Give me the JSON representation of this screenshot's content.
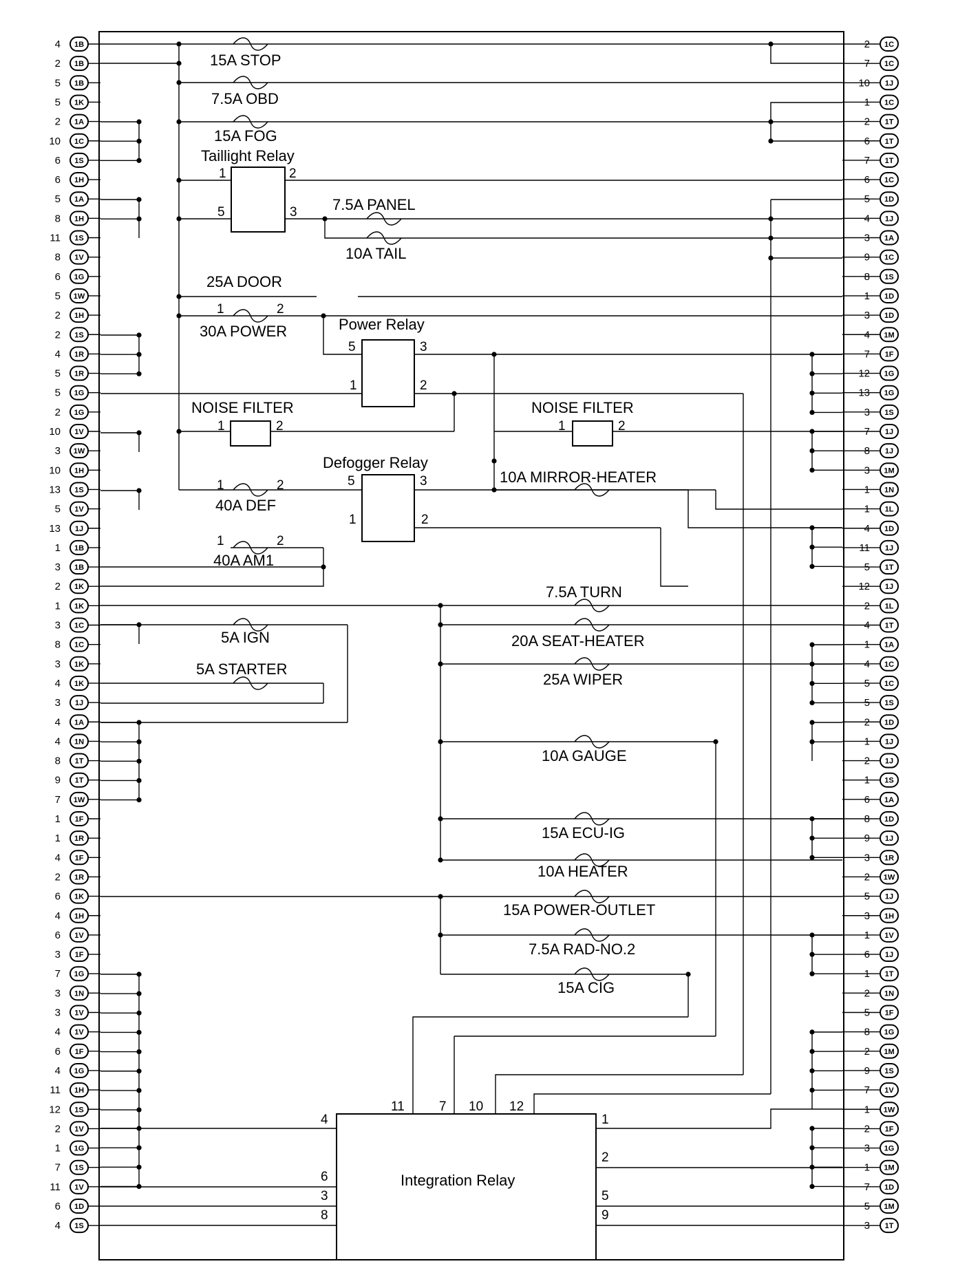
{
  "left_connectors": [
    {
      "pin": "4",
      "conn": "1B"
    },
    {
      "pin": "2",
      "conn": "1B"
    },
    {
      "pin": "5",
      "conn": "1B"
    },
    {
      "pin": "5",
      "conn": "1K"
    },
    {
      "pin": "2",
      "conn": "1A"
    },
    {
      "pin": "10",
      "conn": "1C"
    },
    {
      "pin": "6",
      "conn": "1S"
    },
    {
      "pin": "6",
      "conn": "1H"
    },
    {
      "pin": "5",
      "conn": "1A"
    },
    {
      "pin": "8",
      "conn": "1H"
    },
    {
      "pin": "11",
      "conn": "1S"
    },
    {
      "pin": "8",
      "conn": "1V"
    },
    {
      "pin": "6",
      "conn": "1G"
    },
    {
      "pin": "5",
      "conn": "1W"
    },
    {
      "pin": "2",
      "conn": "1H"
    },
    {
      "pin": "2",
      "conn": "1S"
    },
    {
      "pin": "4",
      "conn": "1R"
    },
    {
      "pin": "5",
      "conn": "1R"
    },
    {
      "pin": "5",
      "conn": "1G"
    },
    {
      "pin": "2",
      "conn": "1G"
    },
    {
      "pin": "10",
      "conn": "1V"
    },
    {
      "pin": "3",
      "conn": "1W"
    },
    {
      "pin": "10",
      "conn": "1H"
    },
    {
      "pin": "13",
      "conn": "1S"
    },
    {
      "pin": "5",
      "conn": "1V"
    },
    {
      "pin": "13",
      "conn": "1J"
    },
    {
      "pin": "1",
      "conn": "1B"
    },
    {
      "pin": "3",
      "conn": "1B"
    },
    {
      "pin": "2",
      "conn": "1K"
    },
    {
      "pin": "1",
      "conn": "1K"
    },
    {
      "pin": "3",
      "conn": "1C"
    },
    {
      "pin": "8",
      "conn": "1C"
    },
    {
      "pin": "3",
      "conn": "1K"
    },
    {
      "pin": "4",
      "conn": "1K"
    },
    {
      "pin": "3",
      "conn": "1J"
    },
    {
      "pin": "4",
      "conn": "1A"
    },
    {
      "pin": "4",
      "conn": "1N"
    },
    {
      "pin": "8",
      "conn": "1T"
    },
    {
      "pin": "9",
      "conn": "1T"
    },
    {
      "pin": "7",
      "conn": "1W"
    },
    {
      "pin": "1",
      "conn": "1F"
    },
    {
      "pin": "1",
      "conn": "1R"
    },
    {
      "pin": "4",
      "conn": "1F"
    },
    {
      "pin": "2",
      "conn": "1R"
    },
    {
      "pin": "6",
      "conn": "1K"
    },
    {
      "pin": "4",
      "conn": "1H"
    },
    {
      "pin": "6",
      "conn": "1V"
    },
    {
      "pin": "3",
      "conn": "1F"
    },
    {
      "pin": "7",
      "conn": "1G"
    },
    {
      "pin": "3",
      "conn": "1N"
    },
    {
      "pin": "3",
      "conn": "1V"
    },
    {
      "pin": "4",
      "conn": "1V"
    },
    {
      "pin": "6",
      "conn": "1F"
    },
    {
      "pin": "4",
      "conn": "1G"
    },
    {
      "pin": "11",
      "conn": "1H"
    },
    {
      "pin": "12",
      "conn": "1S"
    },
    {
      "pin": "2",
      "conn": "1V"
    },
    {
      "pin": "1",
      "conn": "1G"
    },
    {
      "pin": "7",
      "conn": "1S"
    },
    {
      "pin": "11",
      "conn": "1V"
    },
    {
      "pin": "6",
      "conn": "1D"
    },
    {
      "pin": "4",
      "conn": "1S"
    }
  ],
  "right_connectors": [
    {
      "pin": "2",
      "conn": "1C"
    },
    {
      "pin": "7",
      "conn": "1C"
    },
    {
      "pin": "10",
      "conn": "1J"
    },
    {
      "pin": "1",
      "conn": "1C"
    },
    {
      "pin": "2",
      "conn": "1T"
    },
    {
      "pin": "6",
      "conn": "1T"
    },
    {
      "pin": "7",
      "conn": "1T"
    },
    {
      "pin": "6",
      "conn": "1C"
    },
    {
      "pin": "5",
      "conn": "1D"
    },
    {
      "pin": "4",
      "conn": "1J"
    },
    {
      "pin": "3",
      "conn": "1A"
    },
    {
      "pin": "9",
      "conn": "1C"
    },
    {
      "pin": "8",
      "conn": "1S"
    },
    {
      "pin": "1",
      "conn": "1D"
    },
    {
      "pin": "3",
      "conn": "1D"
    },
    {
      "pin": "4",
      "conn": "1M"
    },
    {
      "pin": "7",
      "conn": "1F"
    },
    {
      "pin": "12",
      "conn": "1G"
    },
    {
      "pin": "13",
      "conn": "1G"
    },
    {
      "pin": "3",
      "conn": "1S"
    },
    {
      "pin": "7",
      "conn": "1J"
    },
    {
      "pin": "8",
      "conn": "1J"
    },
    {
      "pin": "3",
      "conn": "1M"
    },
    {
      "pin": "1",
      "conn": "1N"
    },
    {
      "pin": "1",
      "conn": "1L"
    },
    {
      "pin": "4",
      "conn": "1D"
    },
    {
      "pin": "11",
      "conn": "1J"
    },
    {
      "pin": "5",
      "conn": "1T"
    },
    {
      "pin": "12",
      "conn": "1J"
    },
    {
      "pin": "2",
      "conn": "1L"
    },
    {
      "pin": "4",
      "conn": "1T"
    },
    {
      "pin": "1",
      "conn": "1A"
    },
    {
      "pin": "4",
      "conn": "1C"
    },
    {
      "pin": "5",
      "conn": "1C"
    },
    {
      "pin": "5",
      "conn": "1S"
    },
    {
      "pin": "2",
      "conn": "1D"
    },
    {
      "pin": "1",
      "conn": "1J"
    },
    {
      "pin": "2",
      "conn": "1J"
    },
    {
      "pin": "1",
      "conn": "1S"
    },
    {
      "pin": "6",
      "conn": "1A"
    },
    {
      "pin": "8",
      "conn": "1D"
    },
    {
      "pin": "9",
      "conn": "1J"
    },
    {
      "pin": "3",
      "conn": "1R"
    },
    {
      "pin": "2",
      "conn": "1W"
    },
    {
      "pin": "5",
      "conn": "1J"
    },
    {
      "pin": "3",
      "conn": "1H"
    },
    {
      "pin": "1",
      "conn": "1V"
    },
    {
      "pin": "6",
      "conn": "1J"
    },
    {
      "pin": "1",
      "conn": "1T"
    },
    {
      "pin": "2",
      "conn": "1N"
    },
    {
      "pin": "5",
      "conn": "1F"
    },
    {
      "pin": "8",
      "conn": "1G"
    },
    {
      "pin": "2",
      "conn": "1M"
    },
    {
      "pin": "9",
      "conn": "1S"
    },
    {
      "pin": "7",
      "conn": "1V"
    },
    {
      "pin": "1",
      "conn": "1W"
    },
    {
      "pin": "2",
      "conn": "1F"
    },
    {
      "pin": "3",
      "conn": "1G"
    },
    {
      "pin": "1",
      "conn": "1M"
    },
    {
      "pin": "7",
      "conn": "1D"
    },
    {
      "pin": "5",
      "conn": "1M"
    },
    {
      "pin": "3",
      "conn": "1T"
    }
  ],
  "fuses": {
    "stop": "15A STOP",
    "obd": "7.5A OBD",
    "fog": "15A FOG",
    "panel": "7.5A PANEL",
    "tail": "10A TAIL",
    "door": "25A DOOR",
    "power": "30A POWER",
    "def": "40A DEF",
    "am1": "40A AM1",
    "ign": "5A IGN",
    "starter": "5A STARTER",
    "mirror_heater": "10A MIRROR-HEATER",
    "turn": "7.5A TURN",
    "seat_heater": "20A SEAT-HEATER",
    "wiper": "25A WIPER",
    "gauge": "10A GAUGE",
    "ecu_ig": "15A ECU-IG",
    "heater": "10A HEATER",
    "power_outlet": "15A POWER-OUTLET",
    "rad_no2": "7.5A RAD-NO.2",
    "cig": "15A CIG"
  },
  "relays": {
    "taillight": "Taillight Relay",
    "power": "Power Relay",
    "defogger": "Defogger Relay"
  },
  "noise_filter_label": "NOISE FILTER",
  "integration_relay": {
    "label": "Integration Relay",
    "top_pins": [
      "11",
      "7",
      "10",
      "12"
    ],
    "left_pins": [
      "4",
      "6",
      "3",
      "8"
    ],
    "right_pins": [
      "1",
      "2",
      "5",
      "9"
    ]
  },
  "pin_labels": {
    "p1": "1",
    "p2": "2",
    "p3": "3",
    "p5": "5"
  }
}
